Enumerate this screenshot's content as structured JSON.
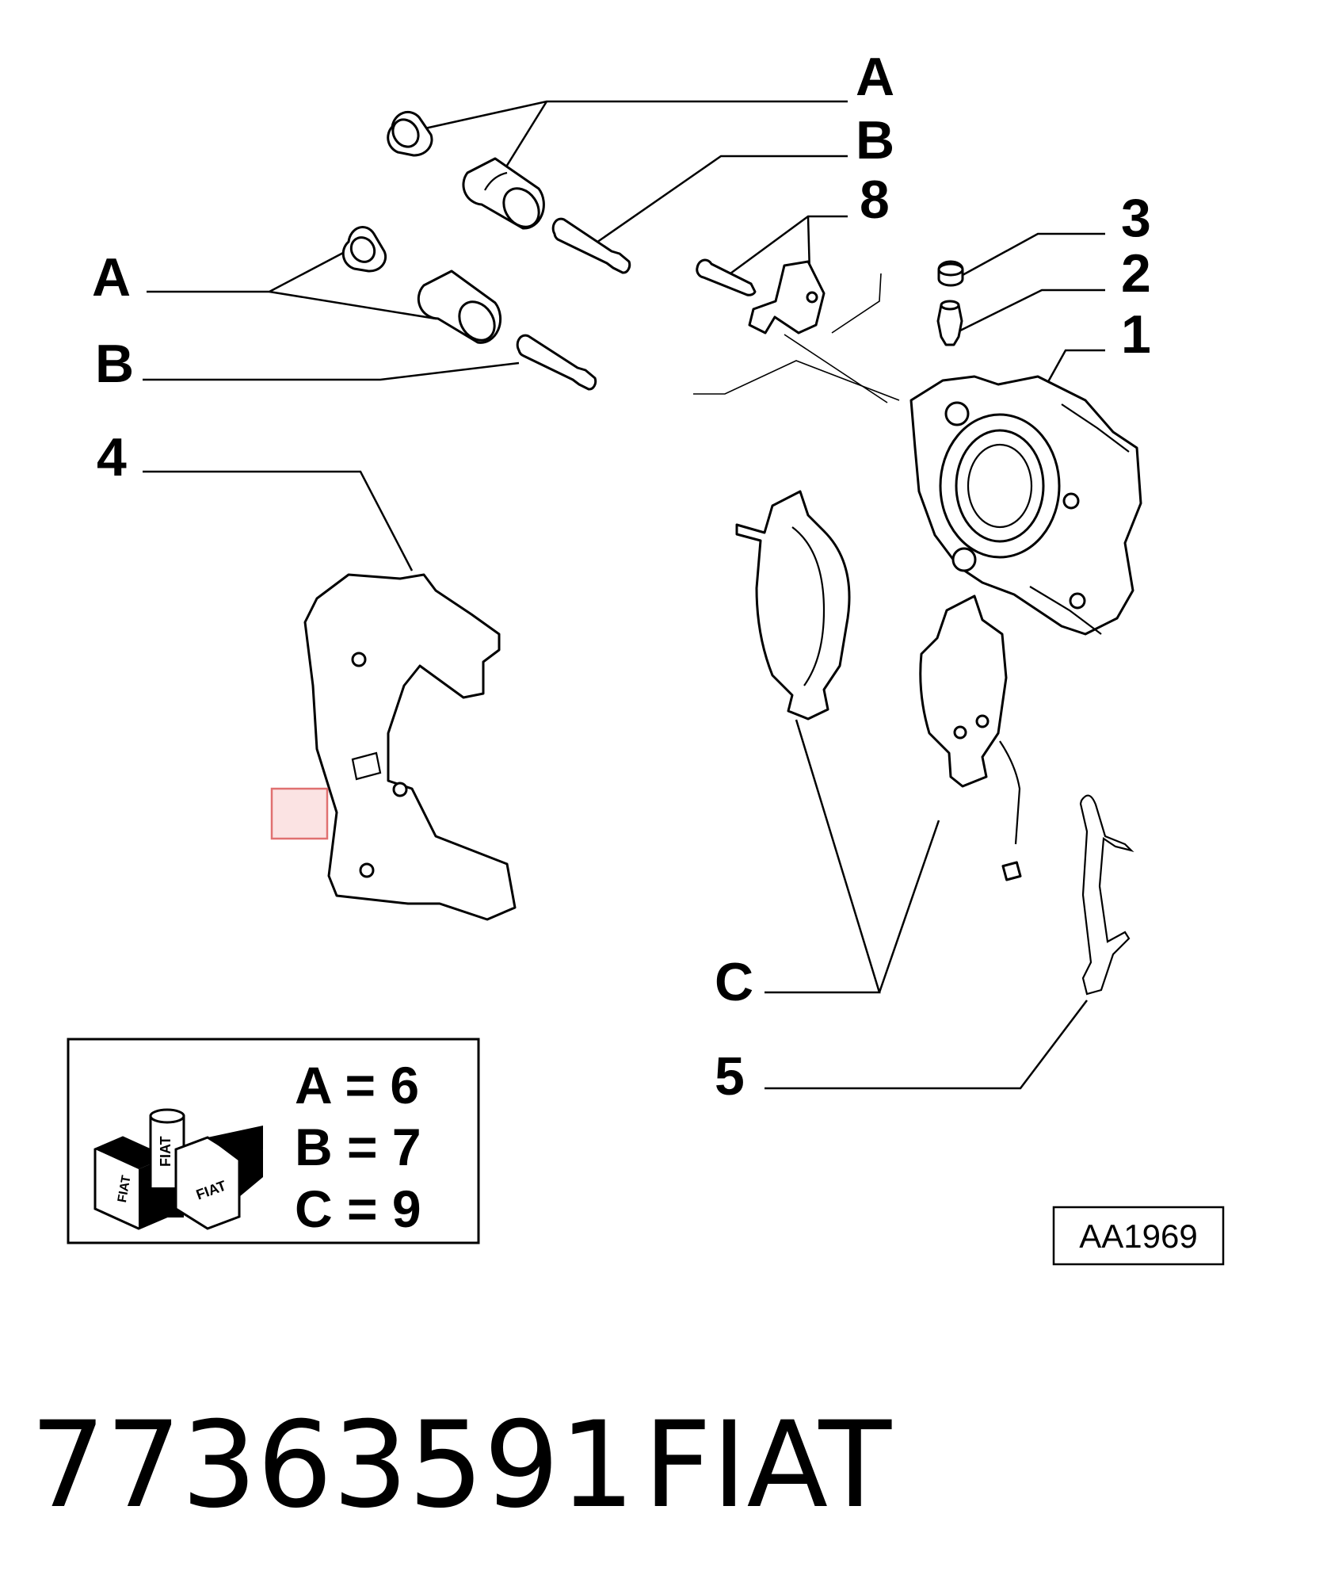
{
  "callouts": {
    "a_top": "A",
    "b_top": "B",
    "n8": "8",
    "n3": "3",
    "n2": "2",
    "n1": "1",
    "a_left": "A",
    "b_left": "B",
    "n4": "4",
    "c": "C",
    "n5": "5"
  },
  "legend": {
    "rows": [
      "A = 6",
      "B = 7",
      "C = 9"
    ],
    "kit_logo_text": "FIAT"
  },
  "reference_code": "AA1969",
  "footer": {
    "part_number": "77363591",
    "brand": "FIAT"
  },
  "colors": {
    "line": "#000000",
    "background": "#ffffff",
    "highlight_box": "#e07070",
    "highlight_fill": "#fbe3e3"
  }
}
